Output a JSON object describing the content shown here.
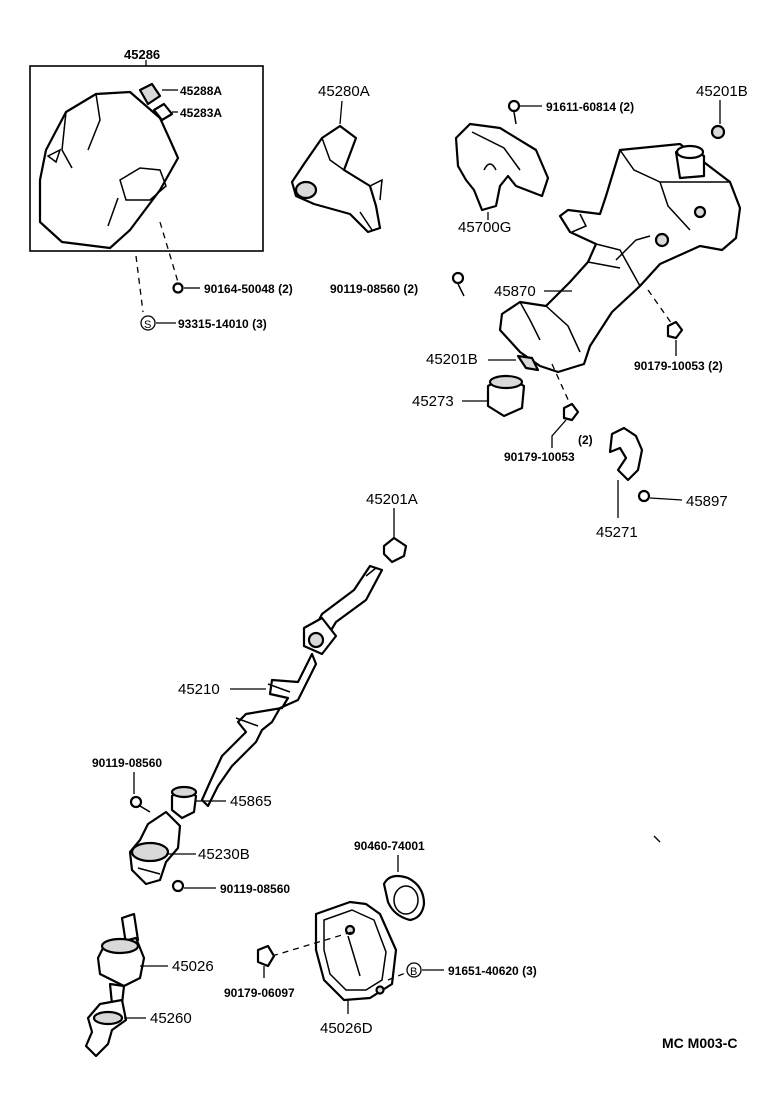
{
  "labels": {
    "p45286": "45286",
    "p45288A": "45288A",
    "p45283A": "45283A",
    "b90164": "90164-50048 (2)",
    "b93315": "93315-14010 (3)",
    "s_circle": "S",
    "p45280A": "45280A",
    "b91611": "91611-60814 (2)",
    "p45700G": "45700G",
    "b90119_top": "90119-08560 (2)",
    "p45201B_top": "45201B",
    "p45870": "45870",
    "p45201B_mid": "45201B",
    "p45273": "45273",
    "n90179_right": "90179-10053 (2)",
    "n90179_mid": "90179-10053",
    "n90179_mid_qty": "(2)",
    "p45271": "45271",
    "p45897": "45897",
    "p45201A": "45201A",
    "p45210": "45210",
    "b90119_left": "90119-08560",
    "p45865": "45865",
    "p45230B": "45230B",
    "b90119_lower": "90119-08560",
    "c90460": "90460-74001",
    "p45026": "45026",
    "n90179_low": "90179-06097",
    "b_circle": "B",
    "b91651": "91651-40620 (3)",
    "p45026D": "45026D",
    "p45260": "45260",
    "code": "MC  M003-C"
  }
}
